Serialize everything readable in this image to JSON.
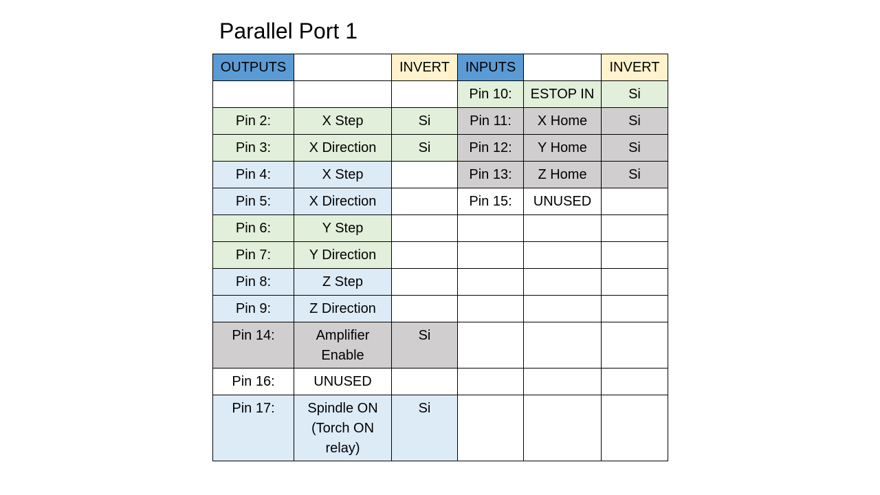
{
  "title": "Parallel Port 1",
  "headers": {
    "outputs": "OUTPUTS",
    "outputs_invert": "INVERT",
    "inputs": "INPUTS",
    "inputs_invert": "INVERT"
  },
  "colors": {
    "header_blue": "#5b9bd5",
    "header_cream": "#fff2cc",
    "green": "#e2efda",
    "light_blue": "#ddebf7",
    "gray": "#d0cece"
  },
  "rows": [
    {
      "out_pin": "",
      "out_name": "",
      "out_inv": "",
      "in_pin": "Pin 10:",
      "in_name": "ESTOP IN",
      "in_inv": "Si"
    },
    {
      "out_pin": "Pin 2:",
      "out_name": "X Step",
      "out_inv": "Si",
      "in_pin": "Pin 11:",
      "in_name": "X Home",
      "in_inv": "Si"
    },
    {
      "out_pin": "Pin 3:",
      "out_name": "X Direction",
      "out_inv": "Si",
      "in_pin": "Pin 12:",
      "in_name": "Y Home",
      "in_inv": "Si"
    },
    {
      "out_pin": "Pin 4:",
      "out_name": "X Step",
      "out_inv": "",
      "in_pin": "Pin 13:",
      "in_name": "Z Home",
      "in_inv": "Si"
    },
    {
      "out_pin": "Pin 5:",
      "out_name": "X Direction",
      "out_inv": "",
      "in_pin": "Pin 15:",
      "in_name": "UNUSED",
      "in_inv": ""
    },
    {
      "out_pin": "Pin 6:",
      "out_name": "Y Step",
      "out_inv": "",
      "in_pin": "",
      "in_name": "",
      "in_inv": ""
    },
    {
      "out_pin": "Pin 7:",
      "out_name": "Y Direction",
      "out_inv": "",
      "in_pin": "",
      "in_name": "",
      "in_inv": ""
    },
    {
      "out_pin": "Pin 8:",
      "out_name": "Z Step",
      "out_inv": "",
      "in_pin": "",
      "in_name": "",
      "in_inv": ""
    },
    {
      "out_pin": "Pin 9:",
      "out_name": "Z Direction",
      "out_inv": "",
      "in_pin": "",
      "in_name": "",
      "in_inv": ""
    },
    {
      "out_pin": "Pin 14:",
      "out_name": "Amplifier Enable",
      "out_inv": "Si",
      "in_pin": "",
      "in_name": "",
      "in_inv": ""
    },
    {
      "out_pin": "Pin 16:",
      "out_name": "UNUSED",
      "out_inv": "",
      "in_pin": "",
      "in_name": "",
      "in_inv": ""
    },
    {
      "out_pin": "Pin 17:",
      "out_name": "Spindle ON (Torch ON relay)",
      "out_inv": "Si",
      "in_pin": "",
      "in_name": "",
      "in_inv": ""
    }
  ]
}
